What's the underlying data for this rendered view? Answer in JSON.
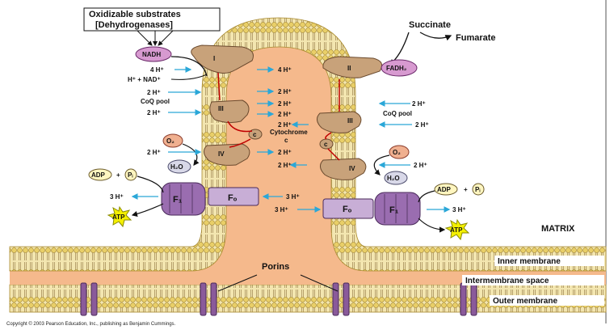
{
  "labels": {
    "oxidizable_substrates": "Oxidizable substrates",
    "dehydrogenases": "[Dehydrogenases]",
    "succinate": "Succinate",
    "fumarate": "Fumarate",
    "nadh": "NADH",
    "fadh2": "FADH₂",
    "nad_plus": "H⁺ + NAD⁺",
    "coq_pool_left": "CoQ pool",
    "coq_pool_right": "CoQ pool",
    "cytochrome": "Cytochrome",
    "cyt_c": "c",
    "matrix": "MATRIX",
    "porins": "Porins",
    "inner_membrane": "Inner membrane",
    "intermembrane_space": "Intermembrane space",
    "outer_membrane": "Outer membrane",
    "copyright": "Copyright © 2003 Pearson Education, Inc., publishing as Benjamin Cummings."
  },
  "complexes": {
    "I": "I",
    "II": "II",
    "III_left": "III",
    "III_right": "III",
    "IV_left": "IV",
    "IV_right": "IV",
    "c_left": "c",
    "c_right": "c"
  },
  "chemicals": {
    "o2_left": "O₂",
    "o2_right": "O₂",
    "h2o_left": "H₂O",
    "h2o_right": "H₂O",
    "adp_left": "ADP",
    "adp_right": "ADP",
    "plus_left": "+",
    "plus_right": "+",
    "pi_left": "Pᵢ",
    "pi_right": "Pᵢ",
    "atp_left": "ATP",
    "atp_right": "ATP",
    "f1_left": "F₁",
    "f1_right": "F₁",
    "fo_left": "Fₒ",
    "fo_right": "Fₒ"
  },
  "protons": {
    "p4h_matrix": "4 H⁺",
    "p4h_ims": "4 H⁺",
    "p2h_l1": "2 H⁺",
    "p2h_l2": "2 H⁺",
    "p2h_l3": "2 H⁺",
    "p2h_m1": "2 H⁺",
    "p2h_m2": "2 H⁺",
    "p2h_m3": "2 H⁺",
    "p2h_m4": "2 H⁺",
    "p2h_m5": "2 H⁺",
    "p2h_m6": "2 H⁺",
    "p2h_r1": "2 H⁺",
    "p2h_r2": "2 H⁺",
    "p2h_r3": "2 H⁺",
    "p3h_l1": "3 H⁺",
    "p3h_m1": "3 H⁺",
    "p3h_m2": "3 H⁺",
    "p3h_r1": "3 H⁺"
  },
  "colors": {
    "ims_fill": "#f5b98c",
    "lipid_head": "#e9d27a",
    "lipid_tail": "#c9a86a",
    "complex": "#c8a27a",
    "complex_stroke": "#6b4a2e",
    "synthase": "#9a6db0",
    "atp_star": "#f4f000",
    "proton_arrow": "#2aa7d8",
    "electron_path": "#c00000",
    "nadh": "#d79ad0"
  }
}
